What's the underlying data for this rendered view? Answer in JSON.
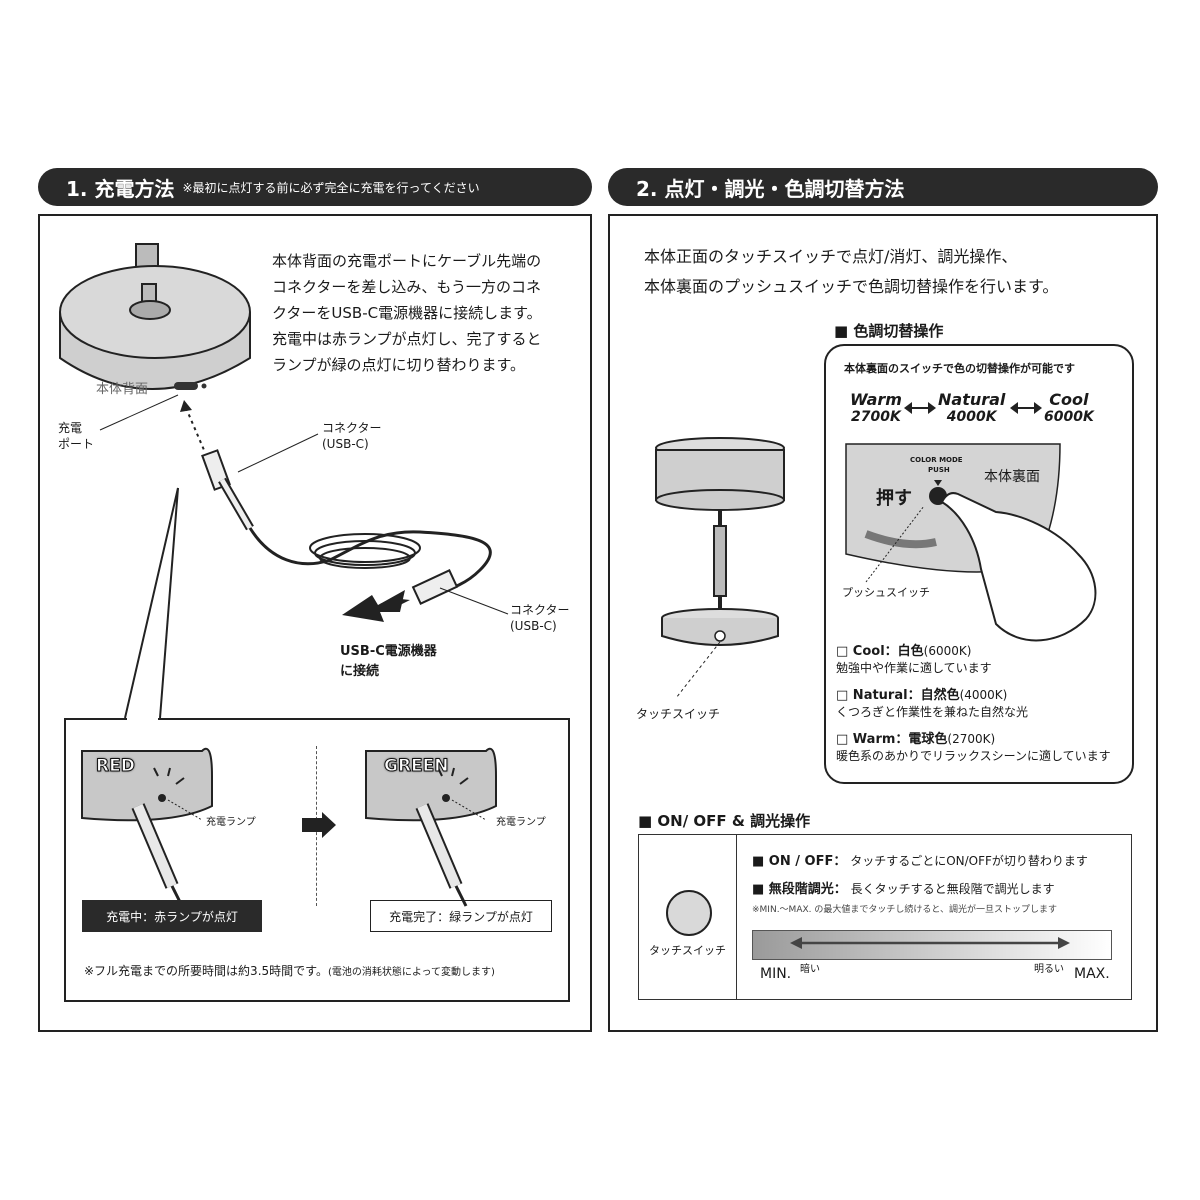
{
  "section1": {
    "heading": "1. 充電方法",
    "note": "※最初に点灯する前に必ず完全に充電を行ってください",
    "description_lines": [
      "本体背面の充電ポートにケーブル先端の",
      "コネクターを差し込み、もう一方のコネ",
      "クターをUSB-C電源機器に接続します。",
      "充電中は赤ランプが点灯し、完了すると",
      "ランプが緑の点灯に切り替わります。"
    ],
    "base_label": "本体背面",
    "port_label_1": "充電",
    "port_label_2": "ポート",
    "connector_top_1": "コネクター",
    "connector_top_2": "(USB-C)",
    "connector_bottom_1": "コネクター",
    "connector_bottom_2": "(USB-C)",
    "power_label_1": "USB-C電源機器",
    "power_label_2": "に接続",
    "red_label": "RED",
    "green_label": "GREEN",
    "lamp_label_red": "充電ランプ",
    "lamp_label_green": "充電ランプ",
    "status_red": "充電中：赤ランプが点灯",
    "status_green": "充電完了：緑ランプが点灯",
    "footnote_main": "※フル充電までの所要時間は約3.5時間です。",
    "footnote_sub": "(電池の消耗状態によって変動します)"
  },
  "section2": {
    "heading": "2. 点灯・調光・色調切替方法",
    "intro_lines": [
      "本体正面のタッチスイッチで点灯/消灯、調光操作、",
      "本体裏面のプッシュスイッチで色調切替操作を行います。"
    ],
    "touch_switch_label": "タッチスイッチ",
    "color_heading": "■ 色調切替操作",
    "color_box_title": "本体裏面のスイッチで色の切替操作が可能です",
    "modes": [
      {
        "name": "Warm",
        "kelvin": "2700K"
      },
      {
        "name": "Natural",
        "kelvin": "4000K"
      },
      {
        "name": "Cool",
        "kelvin": "6000K"
      }
    ],
    "color_mode_label": "COLOR MODE",
    "push_label": "PUSH",
    "press_label": "押す",
    "back_label": "本体裏面",
    "push_switch_label": "プッシュスイッチ",
    "options": [
      {
        "title": "□ Cool：白色",
        "sub": "(6000K)",
        "desc": "勉強中や作業に適しています"
      },
      {
        "title": "□ Natural：自然色",
        "sub": "(4000K)",
        "desc": "くつろぎと作業性を兼ねた自然な光"
      },
      {
        "title": "□ Warm：電球色",
        "sub": "(2700K)",
        "desc": "暖色系のあかりでリラックスシーンに適しています"
      }
    ],
    "onoff_heading": "■ ON/ OFF & 調光操作",
    "onoff_switch_label": "タッチスイッチ",
    "onoff_title": "■ ON / OFF：",
    "onoff_desc": "タッチするごとにON/OFFが切り替わります",
    "dim_title": "■ 無段階調光：",
    "dim_desc": "長くタッチすると無段階で調光します",
    "dim_note": "※MIN.〜MAX. の最大値までタッチし続けると、調光が一旦ストップします",
    "dark_label": "暗い",
    "bright_label": "明るい",
    "min_label": "MIN.",
    "max_label": "MAX."
  }
}
